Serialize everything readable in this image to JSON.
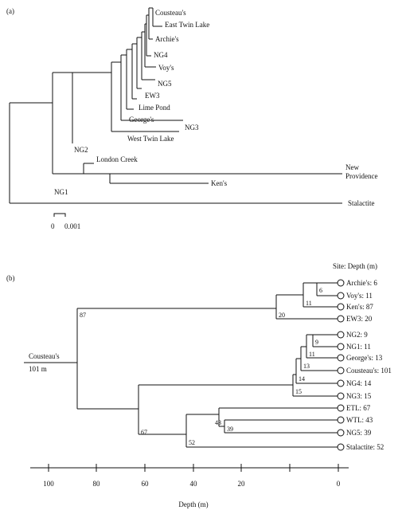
{
  "panel_a": {
    "label": "(a)",
    "taxa": {
      "cousteaus": "Cousteau's",
      "east_twin_lake": "East Twin Lake",
      "archies": "Archie's",
      "ng4": "NG4",
      "voys": "Voy's",
      "ng5": "NG5",
      "ew3": "EW3",
      "lime_pond": "Lime Pond",
      "georges": "George's",
      "ng3": "NG3",
      "west_twin_lake": "West Twin Lake",
      "ng2": "NG2",
      "london_creek": "London Creek",
      "new_providence_1": "New",
      "new_providence_2": "Providence",
      "kens": "Ken's",
      "ng1": "NG1",
      "stalactite": "Stalactite"
    },
    "scale_bar": {
      "left_label": "0",
      "right_label": "0.001"
    }
  },
  "panel_b": {
    "label": "(b)",
    "header": "Site: Depth (m)",
    "root_label": "Cousteau's",
    "root_depth": "101 m",
    "tips": [
      "Archie's: 6",
      "Voy's: 11",
      "Ken's: 87",
      "EW3: 20",
      "NG2: 9",
      "NG1: 11",
      "George's: 13",
      "Cousteau's: 101",
      "NG4: 14",
      "NG3: 15",
      "ETL: 67",
      "WTL: 43",
      "NG5: 39",
      "Stalactite: 52"
    ],
    "node_labels": {
      "n6": "6",
      "n11": "11",
      "n20": "20",
      "n87": "87",
      "n9": "9",
      "n11b": "11",
      "n13": "13",
      "n14": "14",
      "n15": "15",
      "n43": "43",
      "n39": "39",
      "n67": "67",
      "n52": "52"
    },
    "axis": {
      "ticks": [
        "100",
        "80",
        "60",
        "40",
        "20",
        "0"
      ],
      "label": "Depth (m)"
    }
  }
}
